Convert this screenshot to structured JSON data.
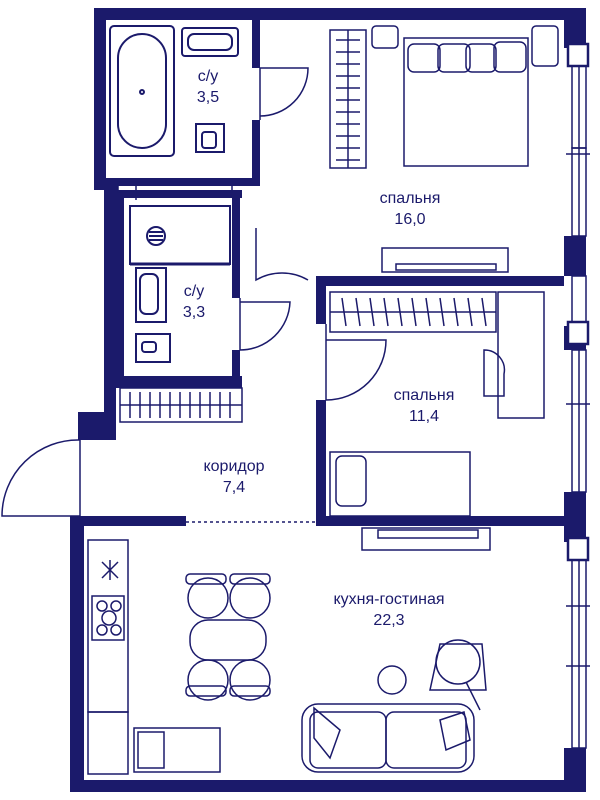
{
  "colors": {
    "wall": "#1b1a6b",
    "furniture": "#1b1a6b",
    "background": "#ffffff"
  },
  "rooms": [
    {
      "id": "bath-1",
      "name": "с/у",
      "area": "3,5"
    },
    {
      "id": "bedroom-1",
      "name": "спальня",
      "area": "16,0"
    },
    {
      "id": "bath-2",
      "name": "с/у",
      "area": "3,3"
    },
    {
      "id": "bedroom-2",
      "name": "спальня",
      "area": "11,4"
    },
    {
      "id": "corridor",
      "name": "коридор",
      "area": "7,4"
    },
    {
      "id": "kitchen-living",
      "name": "кухня-гостиная",
      "area": "22,3"
    }
  ]
}
